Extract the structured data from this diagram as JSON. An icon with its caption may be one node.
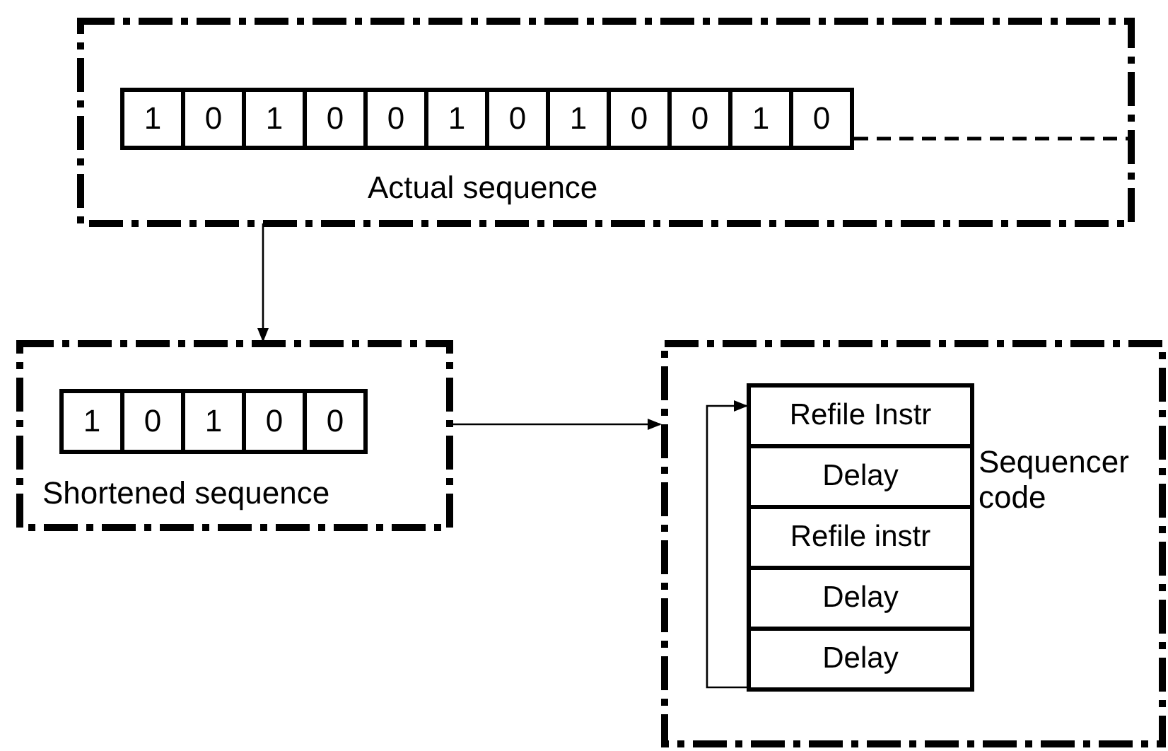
{
  "diagram": {
    "nodes": [
      {
        "text": [
          "Actual sequence"
        ]
      },
      {
        "text": [
          "1"
        ],
        "in": 0
      },
      {
        "text": [
          "0"
        ],
        "in": 0
      },
      {
        "text": [
          "1"
        ],
        "in": 0
      },
      {
        "text": [
          "0"
        ],
        "in": 0
      },
      {
        "text": [
          "0"
        ],
        "in": 0
      },
      {
        "text": [
          "1"
        ],
        "in": 0
      },
      {
        "text": [
          "0"
        ],
        "in": 0
      },
      {
        "text": [
          "1"
        ],
        "in": 0
      },
      {
        "text": [
          "0"
        ],
        "in": 0
      },
      {
        "text": [
          "0"
        ],
        "in": 0
      },
      {
        "text": [
          "1"
        ],
        "in": 0
      },
      {
        "text": [
          "0"
        ],
        "in": 0
      },
      {
        "text": [
          "Shortened sequence"
        ]
      },
      {
        "text": [
          "1"
        ],
        "in": 13
      },
      {
        "text": [
          "0"
        ],
        "in": 13
      },
      {
        "text": [
          "1"
        ],
        "in": 13
      },
      {
        "text": [
          "0"
        ],
        "in": 13
      },
      {
        "text": [
          "0"
        ],
        "in": 13
      },
      {
        "text": [
          "Sequencer code"
        ]
      },
      {
        "text": [
          "Refile Instr"
        ],
        "in": 19
      },
      {
        "text": [
          "Delay"
        ],
        "in": 19
      },
      {
        "text": [
          "Refile instr"
        ],
        "in": 19
      },
      {
        "text": [
          "Delay"
        ],
        "in": 19
      },
      {
        "text": [
          "Delay"
        ],
        "in": 19
      }
    ],
    "edges": [
      {
        "from": 0,
        "to": 13,
        "arrow": "to"
      },
      {
        "from": 13,
        "to": 19,
        "arrow": "to"
      },
      {
        "from": 24,
        "to": 20,
        "arrow": "to"
      },
      {
        "from": 12,
        "to": 0,
        "arrow": "none",
        "style": "dashed"
      }
    ]
  }
}
